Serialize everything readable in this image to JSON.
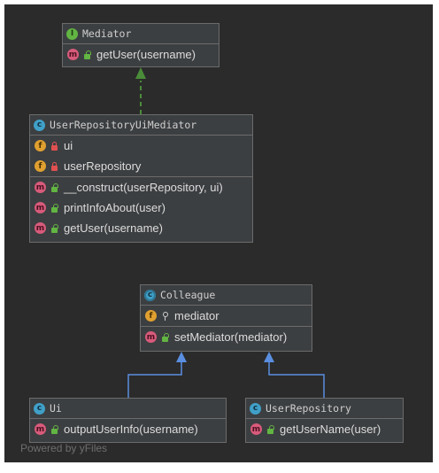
{
  "watermark": "Powered by yFiles",
  "colors": {
    "background": "#2b2b2b",
    "node": "#3c3f41",
    "realization_edge": "#4a8c3a",
    "generalization_edge": "#5a8ee0"
  },
  "nodes": {
    "mediator": {
      "kind": "interface",
      "name": "Mediator",
      "methods": [
        {
          "visibility": "public",
          "label": "getUser(username)"
        }
      ]
    },
    "user_repository_ui_mediator": {
      "kind": "class",
      "name": "UserRepositoryUiMediator",
      "fields": [
        {
          "visibility": "private",
          "label": "ui"
        },
        {
          "visibility": "private",
          "label": "userRepository"
        }
      ],
      "methods": [
        {
          "visibility": "public",
          "label": "__construct(userRepository, ui)"
        },
        {
          "visibility": "public",
          "label": "printInfoAbout(user)"
        },
        {
          "visibility": "public",
          "label": "getUser(username)"
        }
      ]
    },
    "colleague": {
      "kind": "abstract",
      "name": "Colleague",
      "fields": [
        {
          "visibility": "protected",
          "label": "mediator"
        }
      ],
      "methods": [
        {
          "visibility": "public",
          "label": "setMediator(mediator)"
        }
      ]
    },
    "ui": {
      "kind": "class",
      "name": "Ui",
      "methods": [
        {
          "visibility": "public",
          "label": "outputUserInfo(username)"
        }
      ]
    },
    "user_repository": {
      "kind": "class",
      "name": "UserRepository",
      "methods": [
        {
          "visibility": "public",
          "label": "getUserName(user)"
        }
      ]
    }
  },
  "edges": [
    {
      "from": "UserRepositoryUiMediator",
      "to": "Mediator",
      "type": "realization"
    },
    {
      "from": "Ui",
      "to": "Colleague",
      "type": "generalization"
    },
    {
      "from": "UserRepository",
      "to": "Colleague",
      "type": "generalization"
    }
  ]
}
